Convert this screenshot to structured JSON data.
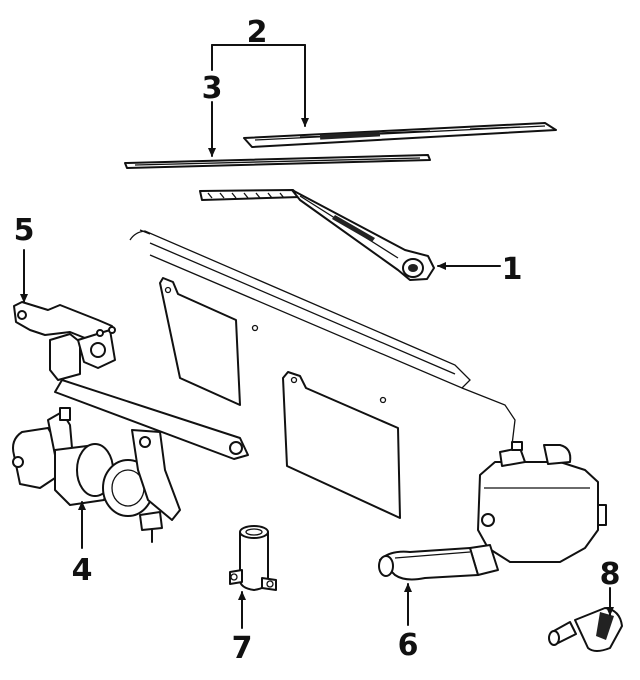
{
  "callouts": {
    "c1": "1",
    "c2": "2",
    "c3": "3",
    "c4": "4",
    "c5": "5",
    "c6": "6",
    "c7": "7",
    "c8": "8"
  },
  "colors": {
    "ink": "#111111",
    "background": "#ffffff"
  }
}
